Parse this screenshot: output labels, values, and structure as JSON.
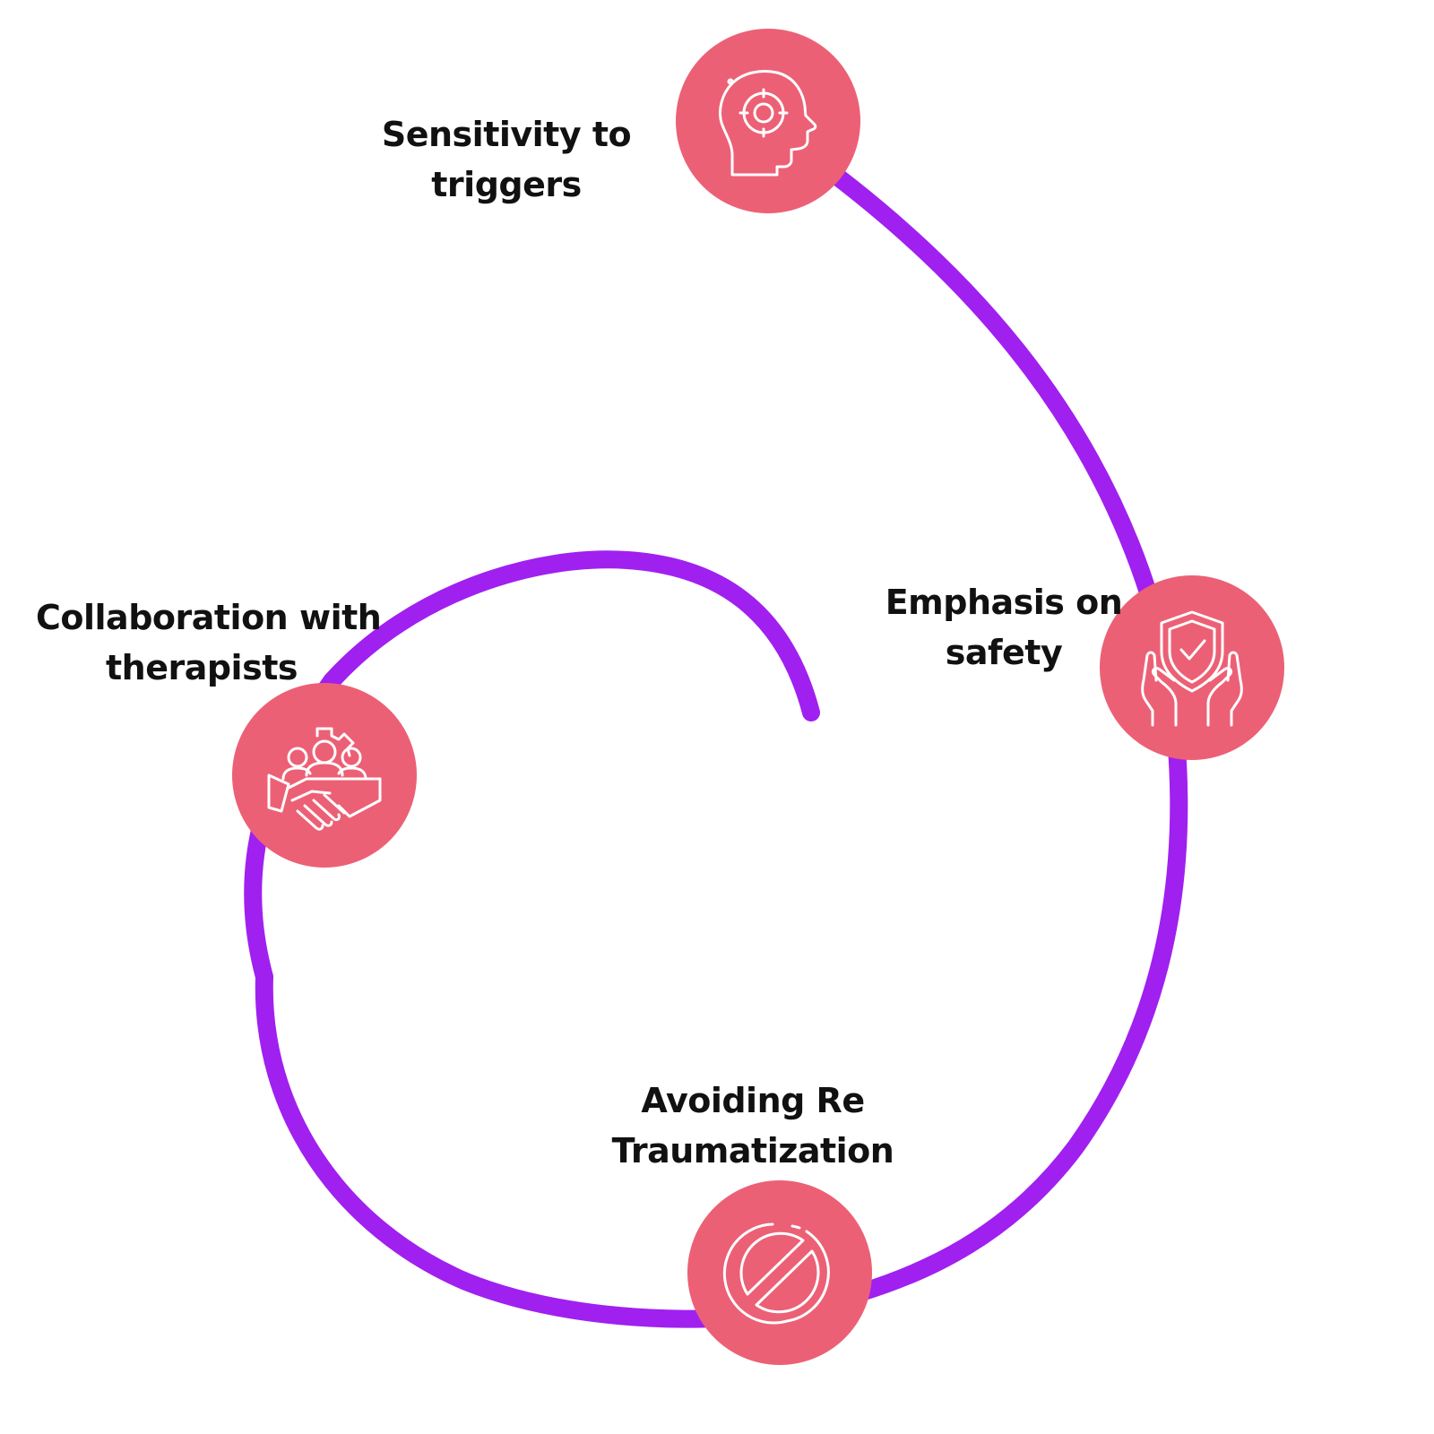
{
  "colors": {
    "path": "#A020F0",
    "node_fill": "#EC6075",
    "icon_stroke": "#ffffff",
    "text": "#111111"
  },
  "nodes": [
    {
      "id": "sensitivity",
      "icon": "head-target-icon",
      "label_lines": [
        "Sensitivity to",
        "triggers"
      ]
    },
    {
      "id": "safety",
      "icon": "shield-hands-icon",
      "label_lines": [
        "Emphasis on",
        "safety"
      ]
    },
    {
      "id": "avoiding",
      "icon": "prohibited-icon",
      "label_lines": [
        "Avoiding Re",
        "Traumatization"
      ]
    },
    {
      "id": "collab",
      "icon": "team-handshake-icon",
      "label_lines": [
        "Collaboration with",
        "therapists"
      ]
    }
  ]
}
